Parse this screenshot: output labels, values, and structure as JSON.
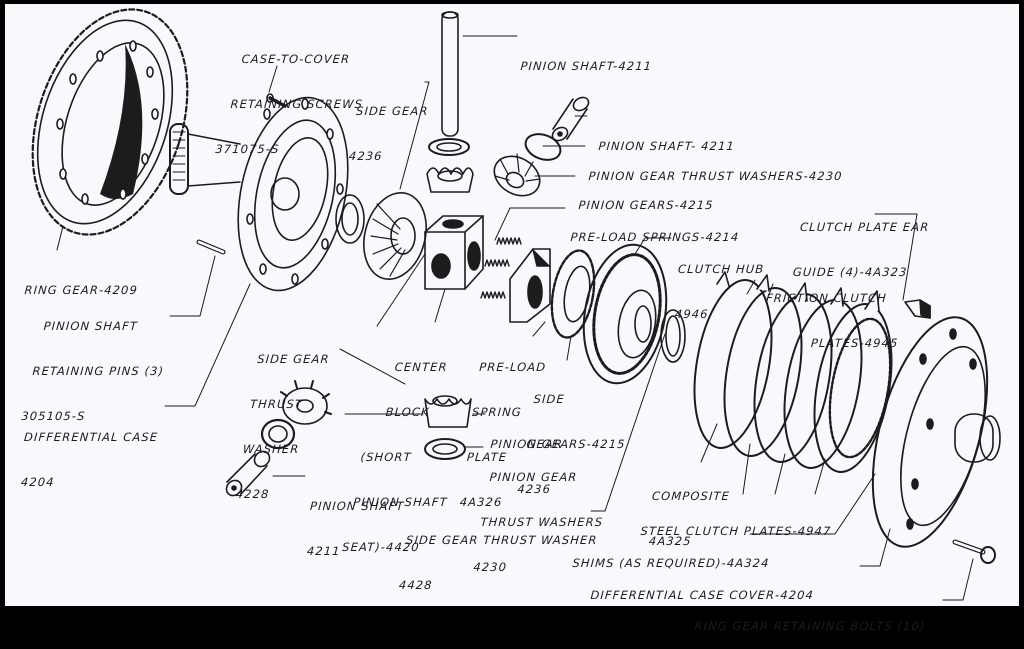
{
  "diagram": {
    "title": "Differential assembly exploded view",
    "colors": {
      "background": "#f8f9fc",
      "ink": "#1c1c1c",
      "frame": "#000000"
    },
    "labels": {
      "case_to_cover_screws": [
        "CASE-TO-COVER",
        "RETAINING SCREWS",
        "371075-S"
      ],
      "side_gear_top": [
        "SIDE GEAR",
        "4236"
      ],
      "pinion_shaft_long": [
        "PINION SHAFT-4211"
      ],
      "pinion_shaft_short": [
        "PINION SHAFT- 4211"
      ],
      "pinion_gear_thrust_washers_top": [
        "PINION GEAR THRUST WASHERS-4230"
      ],
      "pinion_gears_top": [
        "PINION GEARS-4215"
      ],
      "preload_springs": [
        "PRE-LOAD SPRINGS-4214"
      ],
      "clutch_plate_ear_guide": [
        "CLUTCH PLATE EAR",
        "GUIDE (4)-4A323"
      ],
      "clutch_hub": [
        "CLUTCH HUB",
        "4946"
      ],
      "friction_clutch_plates": [
        "FRICTION CLUTCH",
        "PLATES-4945"
      ],
      "ring_gear": [
        "RING GEAR-4209"
      ],
      "pinion_shaft_retaining_pins": [
        "PINION SHAFT",
        "RETAINING PINS (3)",
        "305105-S"
      ],
      "side_gear_thrust_washer_left": [
        "SIDE GEAR",
        "THRUST",
        "WASHER",
        "4228"
      ],
      "center_block": [
        "CENTER",
        "BLOCK",
        "(SHORT",
        "PINION SHAFT",
        "SEAT)-4420"
      ],
      "preload_spring_plate": [
        "PRE-LOAD",
        "SPRING",
        "PLATE",
        "4A326"
      ],
      "side_gear_mid": [
        "SIDE",
        "GEAR",
        "4236"
      ],
      "differential_case": [
        "DIFFERENTIAL CASE",
        "4204"
      ],
      "pinion_gears_bottom": [
        "PINION GEARS-4215"
      ],
      "pinion_gear_thrust_washers_bottom": [
        "PINION GEAR",
        "THRUST WASHERS",
        "4230"
      ],
      "composite": [
        "COMPOSITE",
        "4A325"
      ],
      "pinion_shaft_bottom": [
        "PINION SHAFT",
        "4211"
      ],
      "side_gear_thrust_washer_bottom": [
        "SIDE GEAR THRUST WASHER",
        "4428"
      ],
      "steel_clutch_plates": [
        "STEEL CLUTCH PLATES-4947"
      ],
      "shims": [
        "SHIMS (AS REQUIRED)-4A324"
      ],
      "differential_case_cover": [
        "DIFFERENTIAL CASE COVER-4204"
      ],
      "ring_gear_retaining_bolts": [
        "RING GEAR RETAINING BOLTS (10)"
      ]
    }
  }
}
